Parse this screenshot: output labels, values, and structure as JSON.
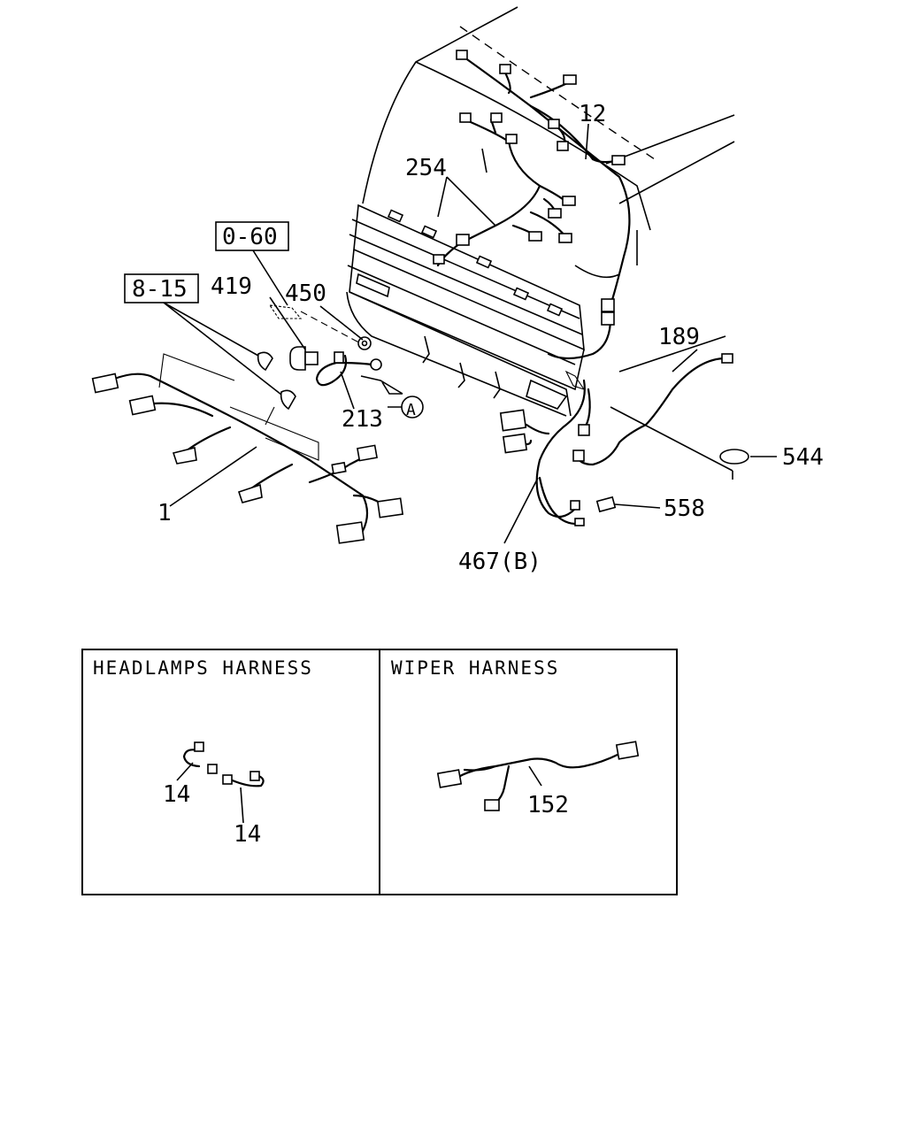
{
  "callouts": {
    "c12": "12",
    "c254": "254",
    "c0_60": "0-60",
    "c8_15": "8-15",
    "c419": "419",
    "c450": "450",
    "c189": "189",
    "c213": "213",
    "cA": "A",
    "c544": "544",
    "c1": "1",
    "c558": "558",
    "c467": "467(B)"
  },
  "panels": {
    "headlamps": {
      "title": "HEADLAMPS HARNESS",
      "label_a": "14",
      "label_b": "14"
    },
    "wiper": {
      "title": "WIPER HARNESS",
      "label": "152"
    }
  }
}
